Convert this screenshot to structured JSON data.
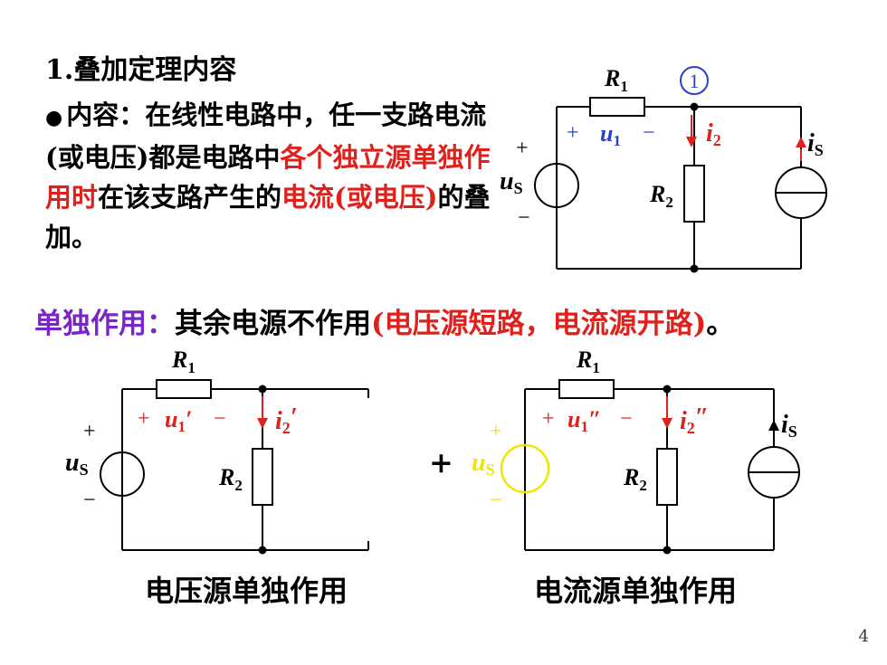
{
  "slide": {
    "title": "1.叠加定理内容",
    "content_label": "内容：",
    "content_p1": "在线性电路中，任一支路电流(或电压)都是电路中",
    "content_r1": "各个独立源单独作用时",
    "content_p2": "在该支路产生的",
    "content_r2": "电流(或电压)",
    "content_p3": "的叠加。",
    "single_label": "单独作用：",
    "single_text": "其余电源不作用",
    "single_paren": "(电压源短路，电流源开路)",
    "single_end": "。",
    "plus_sign": "+",
    "caption_left": "电压源单独作用",
    "caption_right": "电流源单独作用",
    "page_number": "4"
  },
  "labels": {
    "R1": "R",
    "R1_sub": "1",
    "R2": "R",
    "R2_sub": "2",
    "node1": "1",
    "u1": "u",
    "u1_sub": "1",
    "i2": "i",
    "i2_sub": "2",
    "us": "u",
    "us_sub": "S",
    "is": "i",
    "is_sub": "S",
    "plus": "+",
    "minus": "−",
    "prime": "′",
    "dprime": "″"
  },
  "colors": {
    "text": "#000000",
    "highlight_red": "#e0201b",
    "purple": "#7a25c8",
    "blue": "#2a3fd1",
    "yellow": "#f2e600"
  }
}
